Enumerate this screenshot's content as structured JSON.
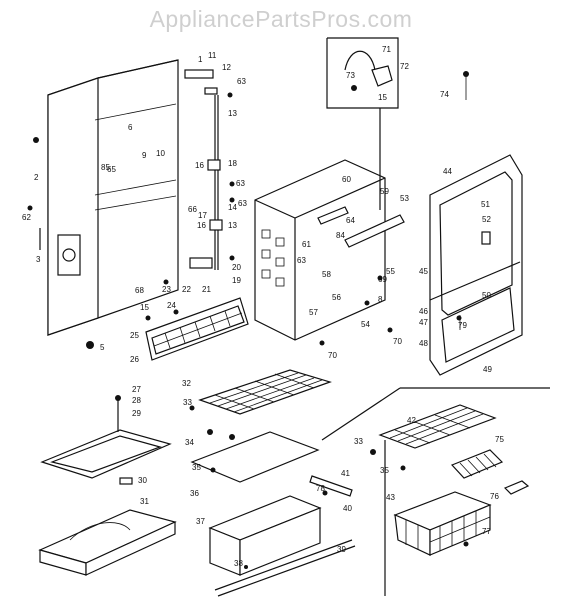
{
  "watermark": "AppliancePartsPros.com",
  "diagram": {
    "labels": [
      {
        "id": "p1",
        "text": "1"
      },
      {
        "id": "p2",
        "text": "2"
      },
      {
        "id": "p3",
        "text": "3"
      },
      {
        "id": "p5",
        "text": "5"
      },
      {
        "id": "p6",
        "text": "6"
      },
      {
        "id": "p8",
        "text": "8"
      },
      {
        "id": "p9",
        "text": "9"
      },
      {
        "id": "p10",
        "text": "10"
      },
      {
        "id": "p11",
        "text": "11"
      },
      {
        "id": "p12",
        "text": "12"
      },
      {
        "id": "p13",
        "text": "13"
      },
      {
        "id": "p13b",
        "text": "13"
      },
      {
        "id": "p14",
        "text": "14"
      },
      {
        "id": "p15",
        "text": "15"
      },
      {
        "id": "p15b",
        "text": "15"
      },
      {
        "id": "p16",
        "text": "16"
      },
      {
        "id": "p16b",
        "text": "16"
      },
      {
        "id": "p17",
        "text": "17"
      },
      {
        "id": "p18",
        "text": "18"
      },
      {
        "id": "p19",
        "text": "19"
      },
      {
        "id": "p20",
        "text": "20"
      },
      {
        "id": "p21",
        "text": "21"
      },
      {
        "id": "p22",
        "text": "22"
      },
      {
        "id": "p23",
        "text": "23"
      },
      {
        "id": "p24",
        "text": "24"
      },
      {
        "id": "p25",
        "text": "25"
      },
      {
        "id": "p26",
        "text": "26"
      },
      {
        "id": "p27",
        "text": "27"
      },
      {
        "id": "p28",
        "text": "28"
      },
      {
        "id": "p29",
        "text": "29"
      },
      {
        "id": "p30",
        "text": "30"
      },
      {
        "id": "p31",
        "text": "31"
      },
      {
        "id": "p32",
        "text": "32"
      },
      {
        "id": "p33",
        "text": "33"
      },
      {
        "id": "p33b",
        "text": "33"
      },
      {
        "id": "p34",
        "text": "34"
      },
      {
        "id": "p35",
        "text": "35"
      },
      {
        "id": "p35b",
        "text": "35"
      },
      {
        "id": "p36",
        "text": "36"
      },
      {
        "id": "p37",
        "text": "37"
      },
      {
        "id": "p38",
        "text": "38"
      },
      {
        "id": "p39",
        "text": "39"
      },
      {
        "id": "p40",
        "text": "40"
      },
      {
        "id": "p41",
        "text": "41"
      },
      {
        "id": "p42",
        "text": "42"
      },
      {
        "id": "p43",
        "text": "43"
      },
      {
        "id": "p44",
        "text": "44"
      },
      {
        "id": "p45",
        "text": "45"
      },
      {
        "id": "p46",
        "text": "46"
      },
      {
        "id": "p47",
        "text": "47"
      },
      {
        "id": "p48",
        "text": "48"
      },
      {
        "id": "p49",
        "text": "49"
      },
      {
        "id": "p50",
        "text": "50"
      },
      {
        "id": "p51",
        "text": "51"
      },
      {
        "id": "p52",
        "text": "52"
      },
      {
        "id": "p53",
        "text": "53"
      },
      {
        "id": "p54",
        "text": "54"
      },
      {
        "id": "p55",
        "text": "55"
      },
      {
        "id": "p56",
        "text": "56"
      },
      {
        "id": "p57",
        "text": "57"
      },
      {
        "id": "p58",
        "text": "58"
      },
      {
        "id": "p59",
        "text": "59"
      },
      {
        "id": "p60",
        "text": "60"
      },
      {
        "id": "p61",
        "text": "61"
      },
      {
        "id": "p62",
        "text": "62"
      },
      {
        "id": "p63",
        "text": "63"
      },
      {
        "id": "p63b",
        "text": "63"
      },
      {
        "id": "p63c",
        "text": "63"
      },
      {
        "id": "p63d",
        "text": "63"
      },
      {
        "id": "p64",
        "text": "64"
      },
      {
        "id": "p65",
        "text": "65"
      },
      {
        "id": "p66",
        "text": "66"
      },
      {
        "id": "p68",
        "text": "68"
      },
      {
        "id": "p69",
        "text": "69"
      },
      {
        "id": "p70",
        "text": "70"
      },
      {
        "id": "p70b",
        "text": "70"
      },
      {
        "id": "p71",
        "text": "71"
      },
      {
        "id": "p72",
        "text": "72"
      },
      {
        "id": "p73",
        "text": "73"
      },
      {
        "id": "p74",
        "text": "74"
      },
      {
        "id": "p75",
        "text": "75"
      },
      {
        "id": "p76",
        "text": "76"
      },
      {
        "id": "p77",
        "text": "77"
      },
      {
        "id": "p78",
        "text": "78"
      },
      {
        "id": "p79",
        "text": "79"
      },
      {
        "id": "p84",
        "text": "84"
      },
      {
        "id": "p85",
        "text": "85"
      }
    ]
  }
}
